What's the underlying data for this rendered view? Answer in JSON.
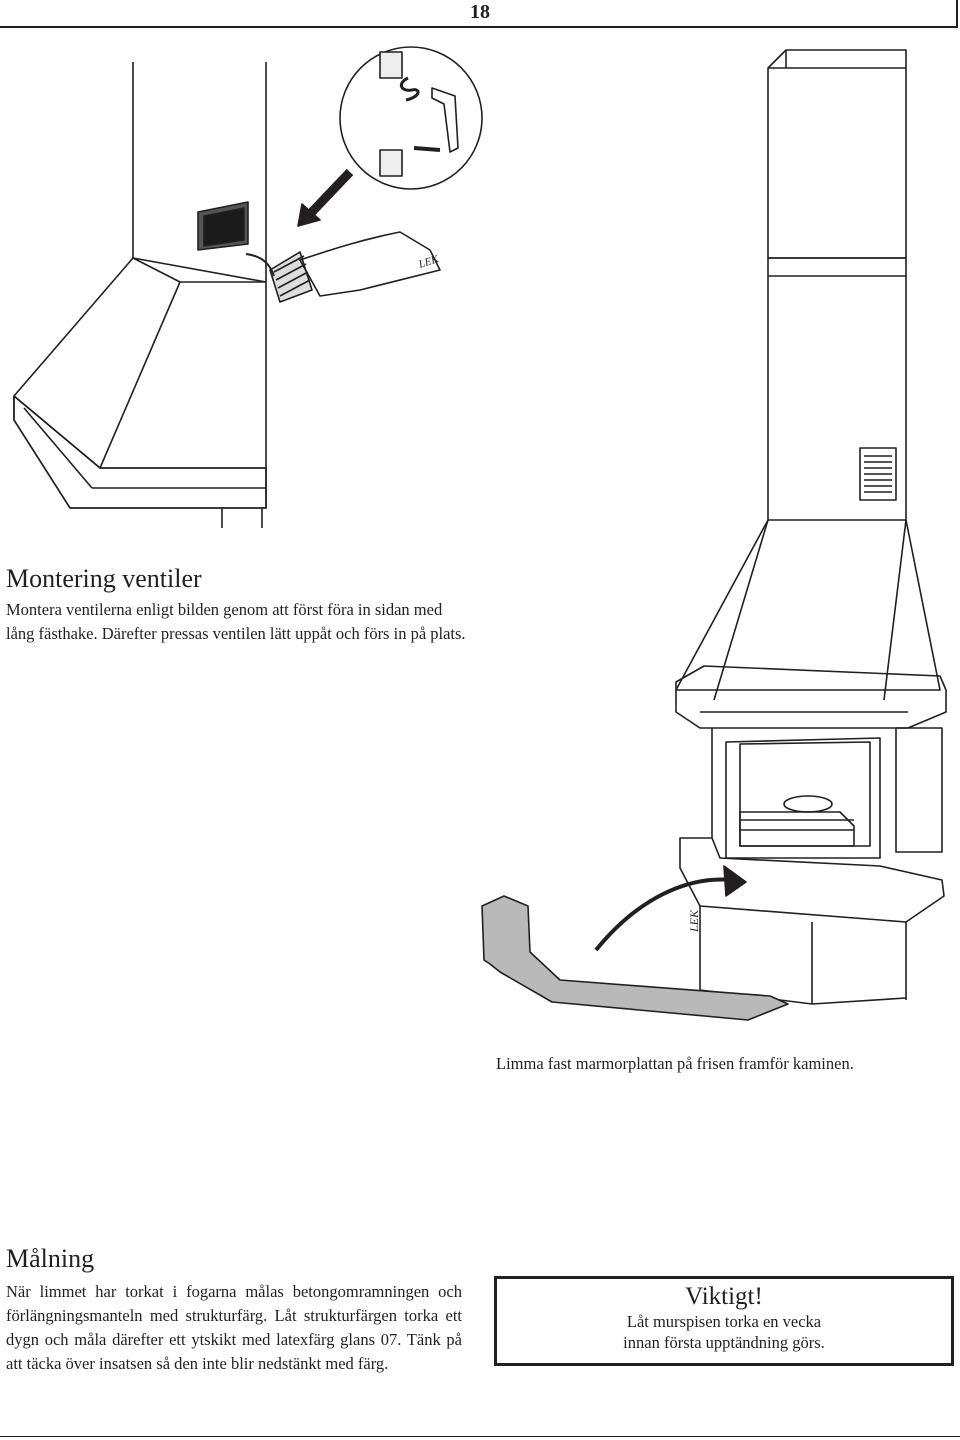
{
  "page": {
    "number": "18"
  },
  "illustration_top": {
    "brand_mark": "LEK"
  },
  "section_ventiler": {
    "heading": "Montering ventiler",
    "body": "Montera ventilerna enligt bilden genom att först föra in sidan med lång fästhake. Därefter pressas ventilen lätt uppåt och förs in på plats."
  },
  "illustration_fireplace": {
    "brand_mark": "LEK",
    "caption": "Limma fast marmorplattan på frisen framför kaminen."
  },
  "section_malning": {
    "heading": "Målning",
    "body": "När limmet har torkat i fogarna målas betongomramningen och förlängningsmanteln med strukturfärg. Låt strukturfärgen torka ett dygn och måla därefter ett ytskikt med latexfärg glans 07. Tänk på att täcka över insatsen så den inte blir nedstänkt med färg."
  },
  "notice": {
    "title": "Viktigt!",
    "line1": "Låt murspisen torka en vecka",
    "line2": "innan första upptändning görs."
  },
  "colors": {
    "ink": "#231f20",
    "marble_slab": "#b9b9b9",
    "paper": "#ffffff"
  }
}
